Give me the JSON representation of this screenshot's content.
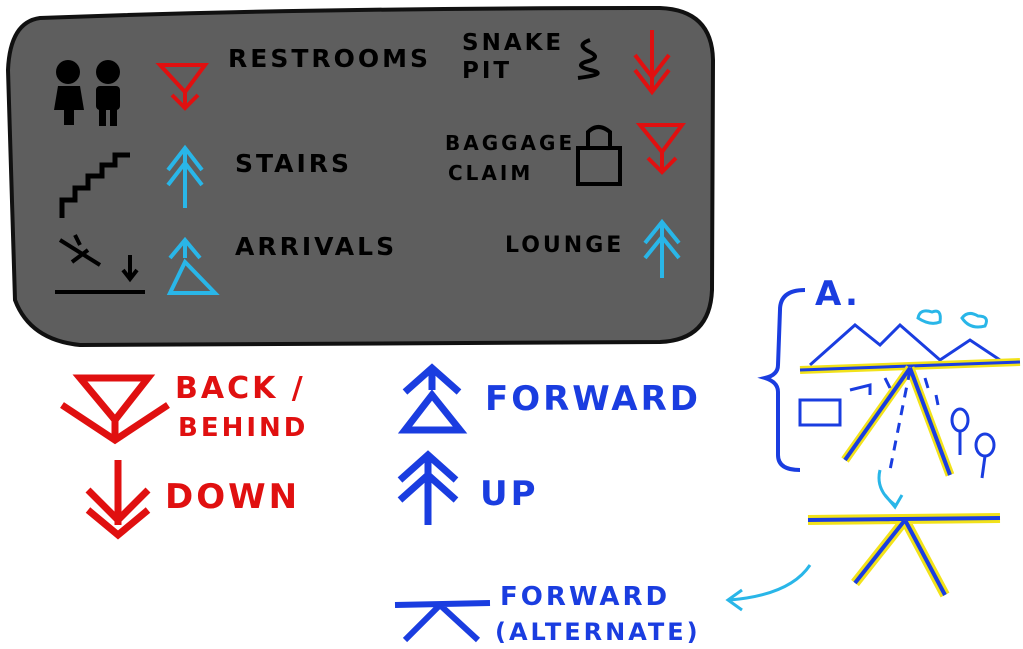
{
  "sign": {
    "items": [
      {
        "label": "RESTROOMS",
        "arrow": "back-behind",
        "color": "#e01010"
      },
      {
        "label": "STAIRS",
        "arrow": "up",
        "color": "#29b6e8"
      },
      {
        "label": "ARRIVALS",
        "arrow": "forward",
        "color": "#29b6e8"
      },
      {
        "label_line1": "SNAKE",
        "label_line2": "PIT",
        "arrow": "down",
        "color": "#e01010"
      },
      {
        "label_line1": "BAGGAGE",
        "label_line2": "CLAIM",
        "arrow": "back-behind",
        "color": "#e01010"
      },
      {
        "label": "LOUNGE",
        "arrow": "up",
        "color": "#29b6e8"
      }
    ],
    "background": "#5e5e5e"
  },
  "legend": {
    "back_line1": "BACK /",
    "back_line2": "BEHIND",
    "down": "DOWN",
    "forward": "FORWARD",
    "up": "UP",
    "forward_alt_line1": "FORWARD",
    "forward_alt_line2": "(ALTERNATE)",
    "red": "#e01010",
    "blue": "#1a3de0"
  },
  "illustration": {
    "label": "A."
  }
}
